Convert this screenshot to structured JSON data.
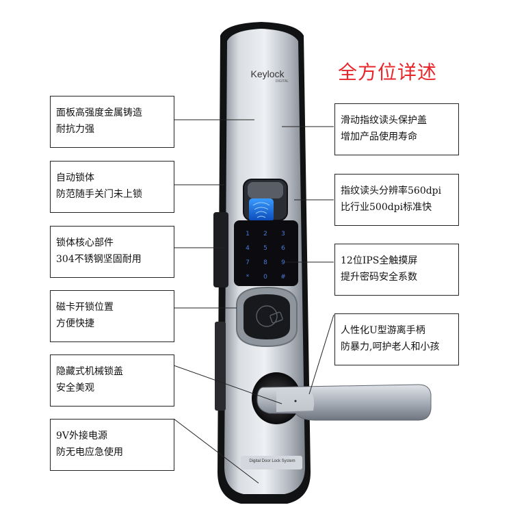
{
  "heading": "全方位详述",
  "brand": {
    "name": "Keylock",
    "sub": "DIGITAL"
  },
  "lock_footer": "Digital Door Lock System",
  "keypad": [
    "1",
    "2",
    "3",
    "4",
    "5",
    "6",
    "7",
    "8",
    "9",
    "*",
    "0",
    "#"
  ],
  "callouts": {
    "left": [
      {
        "line1": "面板高强度金属铸造",
        "line2": "耐抗力强"
      },
      {
        "line1": "自动锁体",
        "line2": "防范随手关门未上锁"
      },
      {
        "line1": "锁体核心部件",
        "line2": "304不锈钢坚固耐用"
      },
      {
        "line1": "磁卡开锁位置",
        "line2": "方便快捷"
      },
      {
        "line1": "隐藏式机械锁盖",
        "line2": "安全美观"
      },
      {
        "line1": "9V外接电源",
        "line2": "防无电应急使用"
      }
    ],
    "right": [
      {
        "line1": "滑动指纹读头保护盖",
        "line2": "增加产品使用寿命"
      },
      {
        "line1": "指纹读头分辨率560dpi",
        "line2": "比行业500dpi标准快"
      },
      {
        "line1": "12位IPS全触摸屏",
        "line2": "提升密码安全系数"
      },
      {
        "line1": "人性化U型游离手柄",
        "line2": "防暴力,呵护老人和小孩"
      }
    ]
  },
  "colors": {
    "heading": "#e8262a",
    "fingerprint": "#1e6fd9",
    "panel": "#b9bec6",
    "keypad_bg": "#0c0c10"
  }
}
